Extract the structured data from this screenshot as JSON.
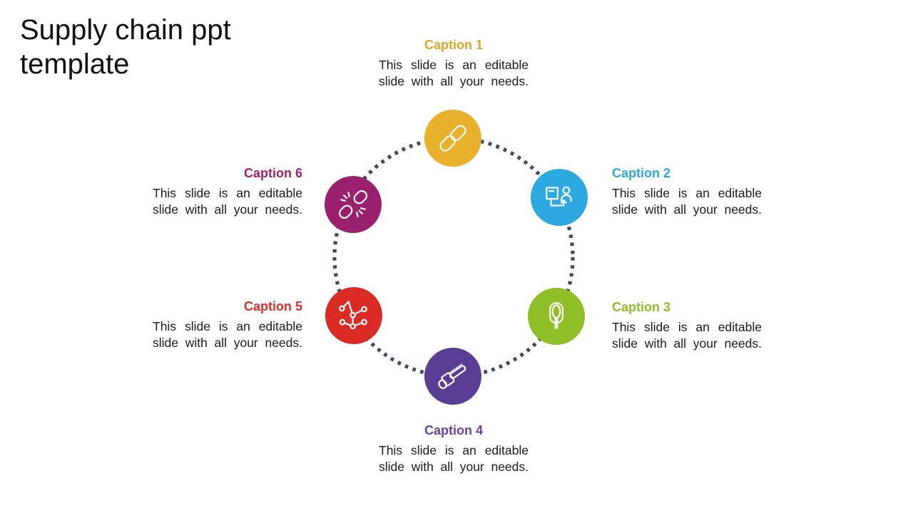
{
  "title": "Supply chain ppt template",
  "colors": {
    "background": "#ffffff",
    "title_text": "#111111",
    "body_text": "#1a1a1a",
    "ring_dots": "#3C4B63"
  },
  "ring": {
    "style": "dotted-circle"
  },
  "items": [
    {
      "caption": "Caption 1",
      "caption_color": "#E0A526",
      "circle_color": "#E9B02B",
      "icon": "chain-link-icon",
      "description": "This slide is an editable slide with all your needs."
    },
    {
      "caption": "Caption 2",
      "caption_color": "#29A9DF",
      "circle_color": "#2CA9E0",
      "icon": "box-to-person-icon",
      "description": "This slide is an editable slide with all your needs."
    },
    {
      "caption": "Caption 3",
      "caption_color": "#8DBD27",
      "circle_color": "#8FBE26",
      "icon": "tree-icon",
      "description": "This slide is an editable slide with all your needs."
    },
    {
      "caption": "Caption 4",
      "caption_color": "#6B3FA5",
      "circle_color": "#5C3D96",
      "icon": "chainsaw-icon",
      "description": "This slide is an editable slide with all your needs."
    },
    {
      "caption": "Caption 5",
      "caption_color": "#E12B26",
      "circle_color": "#DB2B26",
      "icon": "network-nodes-icon",
      "description": "This slide is an editable slide with all your needs."
    },
    {
      "caption": "Caption 6",
      "caption_color": "#A02170",
      "circle_color": "#9A1F6E",
      "icon": "broken-chain-icon",
      "description": "This slide is an editable slide with all your needs."
    }
  ]
}
